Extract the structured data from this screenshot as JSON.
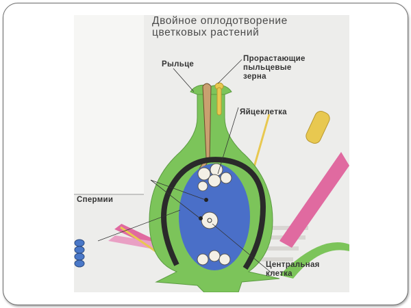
{
  "slide": {
    "figure": {
      "title_line1": "Двойное оплодотворение",
      "title_line2": "цветковых растений",
      "labels": {
        "stigma": "Рыльце",
        "pollen_line1": "Прорастающие",
        "pollen_line2": "пыльцевые",
        "pollen_line3": "зерна",
        "egg_cell": "Яйцеклетка",
        "sperm": "Спермии",
        "central_line1": "Центральная",
        "central_line2": "клетка"
      },
      "colors": {
        "ovary_green": "#7cc45a",
        "embryo_sac_blue": "#4a6fc8",
        "integument_dark": "#2a2a2a",
        "petal_pink": "#e06aa0",
        "stamen_yellow": "#e8c850",
        "background": "#ededeb"
      }
    }
  }
}
